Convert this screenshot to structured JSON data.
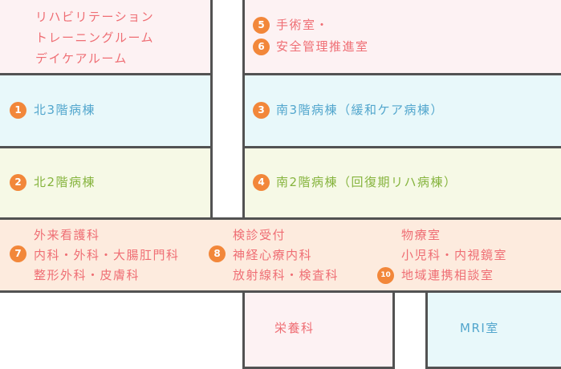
{
  "rooms": {
    "rehab": {
      "lines": [
        "リハビリテーション",
        "トレーニングルーム",
        "デイケアルーム"
      ]
    },
    "surgery": {
      "badges": [
        "5",
        "6"
      ],
      "lines": [
        "手術室・",
        "安全管理推進室"
      ]
    },
    "north3": {
      "badge": "1",
      "label": "北3階病棟"
    },
    "south3": {
      "badge": "3",
      "label": "南3階病棟（緩和ケア病棟）"
    },
    "north2": {
      "badge": "2",
      "label": "北2階病棟"
    },
    "south2": {
      "badge": "4",
      "label": "南2階病棟（回復期リハ病棟）"
    },
    "outpatient": {
      "group7": {
        "badge": "7",
        "lines": [
          "外来看護科",
          "内科・外科・大腸肛門科",
          "整形外科・皮膚科"
        ]
      },
      "group8": {
        "badge": "8",
        "lines": [
          "検診受付",
          "神経心療内科",
          "放射線科・検査科"
        ]
      },
      "group10": {
        "badge": "10",
        "lines": [
          "物療室",
          "小児科・内視鏡室",
          "地域連携相談室"
        ]
      }
    },
    "nutrition": {
      "label": "栄養科"
    },
    "mri": {
      "label": "MRI室"
    }
  },
  "colors": {
    "text_pink": "#ef6e74",
    "text_blue": "#52a6cd",
    "text_green": "#86b43e",
    "badge_orange": "#f2873a",
    "border": "#525252"
  }
}
